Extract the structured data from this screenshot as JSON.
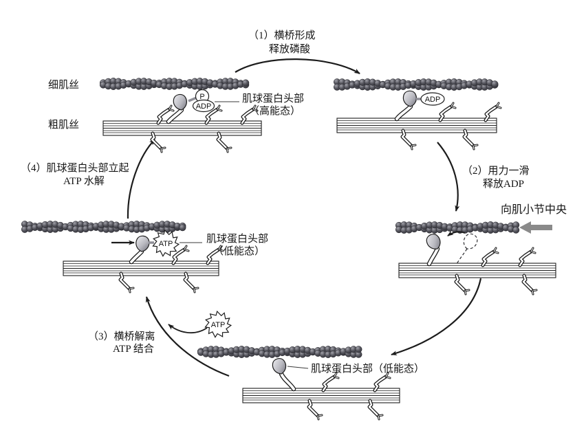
{
  "steps": {
    "s1": {
      "line1": "（1）横桥形成",
      "line2": "释放磷酸"
    },
    "s2": {
      "line1": "（2）用力一滑",
      "line2": "释放ADP"
    },
    "s3": {
      "line1": "（3）横桥解离",
      "line2": "ATP 结合"
    },
    "s4": {
      "line1": "（4）肌球蛋白头部立起",
      "line2": "ATP 水解"
    }
  },
  "filament_labels": {
    "thin": "细肌丝",
    "thick": "粗肌丝"
  },
  "head_labels": {
    "high_energy": {
      "line1": "肌球蛋白头部",
      "line2": "（高能态）"
    },
    "low_energy_left": {
      "line1": "肌球蛋白头部",
      "line2": "（低能态）"
    },
    "low_energy_bottom": "肌球蛋白头部（低能态）"
  },
  "annotations": {
    "toward_center": "向肌小节中央"
  },
  "molecule_badges": {
    "phosphate": "P",
    "adp": "ADP",
    "atp": "ATP"
  },
  "colors": {
    "ink": "#1c1c1c",
    "gray_arrow": "#8a8a8a",
    "bead_dark": "#3f3f46",
    "bead_mid": "#55555d",
    "bead_light": "#9a9aa2",
    "head_light": "#e9e9ed",
    "head_dark": "#70707a",
    "connector_gray": "#8f8f97"
  }
}
